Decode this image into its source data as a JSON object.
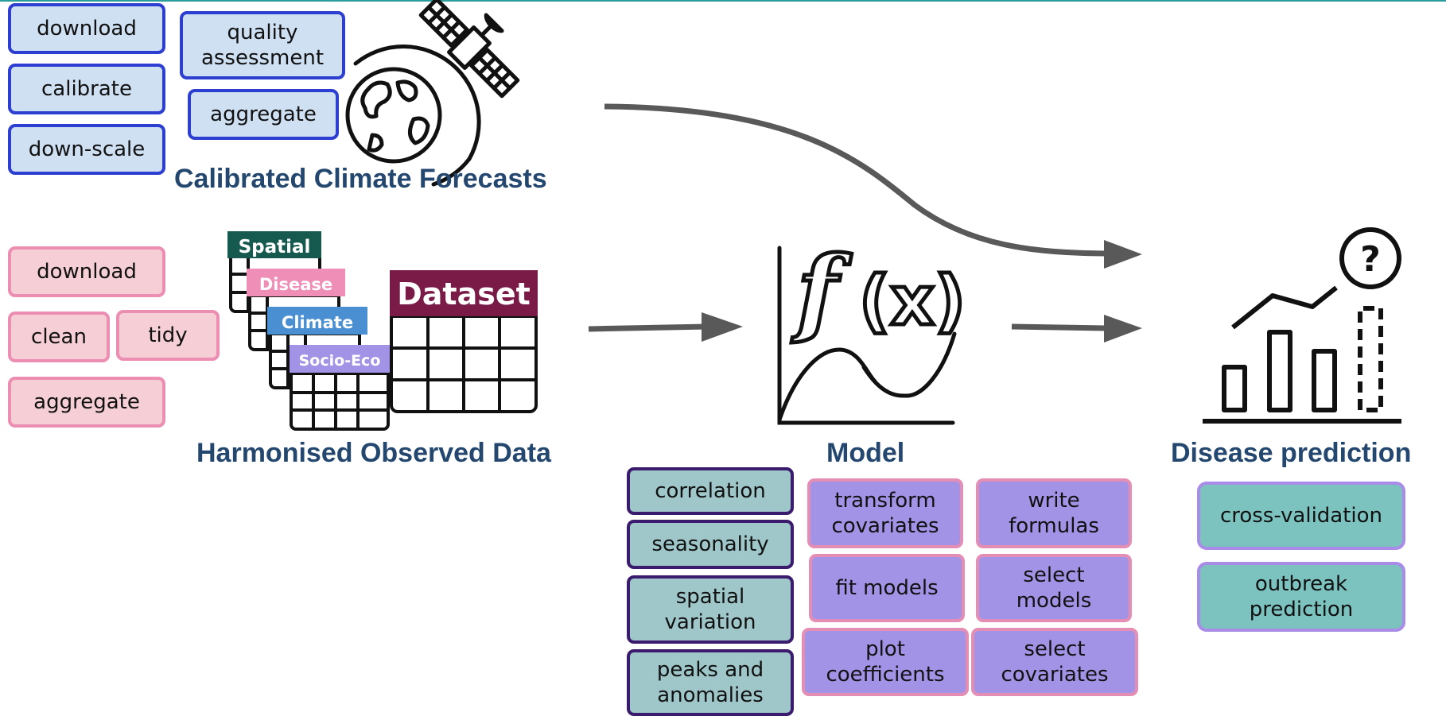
{
  "climate": {
    "steps_left": [
      "download",
      "calibrate",
      "down-scale"
    ],
    "steps_right": [
      "quality\nassessment",
      "aggregate"
    ],
    "title": "Calibrated Climate Forecasts"
  },
  "observed": {
    "steps": [
      "download",
      "clean",
      "tidy",
      "aggregate"
    ],
    "tables": [
      "Spatial",
      "Disease",
      "Climate",
      "Socio-Eco"
    ],
    "dataset_label": "Dataset",
    "title": "Harmonised Observed Data"
  },
  "model": {
    "title": "Model",
    "formula_f": "f",
    "formula_x": "(x)",
    "explore_steps": [
      "correlation",
      "seasonality",
      "spatial\nvariation",
      "peaks and\nanomalies"
    ],
    "model_steps": [
      "transform\ncovariates",
      "write\nformulas",
      "fit models",
      "select\nmodels",
      "plot\ncoefficients",
      "select\ncovariates"
    ]
  },
  "prediction": {
    "title": "Disease prediction",
    "question_mark": "?",
    "steps": [
      "cross-validation",
      "outbreak\nprediction"
    ]
  },
  "colors": {
    "heading": "#23476e",
    "climate_fill": "#cfe0f3",
    "climate_border": "#2c3fd0",
    "observed_fill": "#f6cfd6",
    "observed_border": "#ec8db2",
    "explore_fill": "#9fc7c9",
    "explore_border": "#3a1b6e",
    "model_fill": "#a293e6",
    "model_border": "#e48eb6",
    "pred_fill": "#7cc3c0",
    "pred_border": "#a98be8",
    "dataset_header": "#7a1a47",
    "spatial_tab": "#16594f",
    "disease_tab": "#ef8fb7",
    "climate_tab": "#4b8fd3",
    "socio_tab": "#a293e6",
    "arrow": "#595959"
  },
  "icons": [
    "satellite-globe-icon",
    "dataset-tables-icon",
    "function-graph-icon",
    "bar-chart-prediction-icon"
  ]
}
